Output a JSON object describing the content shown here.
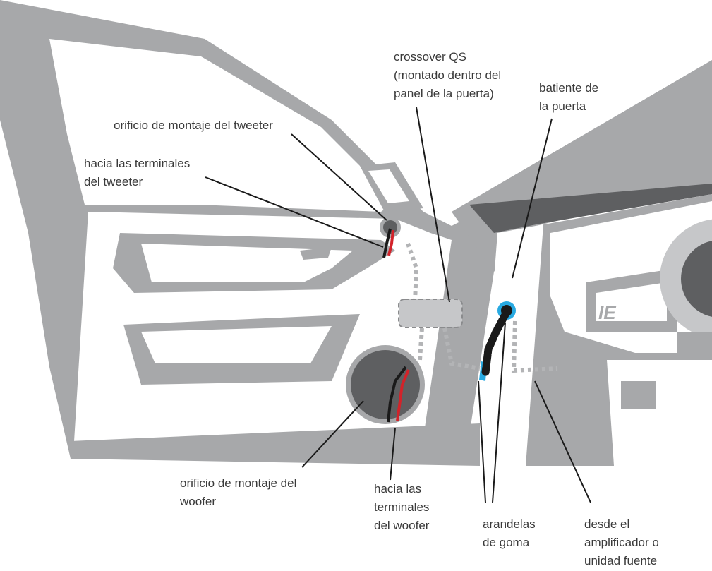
{
  "labels": {
    "crossover": [
      "crossover QS",
      "(montado dentro del",
      "panel de la puerta)"
    ],
    "door_jamb": [
      "batiente de",
      "la puerta"
    ],
    "tweeter_hole": [
      "orificio de montaje del tweeter"
    ],
    "tweeter_terminals": [
      "hacia las terminales",
      "del tweeter"
    ],
    "woofer_hole": [
      "orificio de montaje del",
      "woofer"
    ],
    "woofer_terminals": [
      "hacia las",
      "terminales",
      "del woofer"
    ],
    "grommets": [
      "arandelas",
      "de goma"
    ],
    "source": [
      "desde el",
      "amplificador o",
      "unidad fuente"
    ]
  },
  "colors": {
    "body_gray": "#a7a8aa",
    "light_gray": "#c6c7c9",
    "dark_gray": "#5e5f61",
    "white": "#ffffff",
    "grommet_blue": "#27a9e1",
    "wire_black": "#1a1a1a",
    "wire_red": "#d2232a",
    "leader_line": "#1a1a1a",
    "dotted_wire": "#b3b4b6"
  }
}
